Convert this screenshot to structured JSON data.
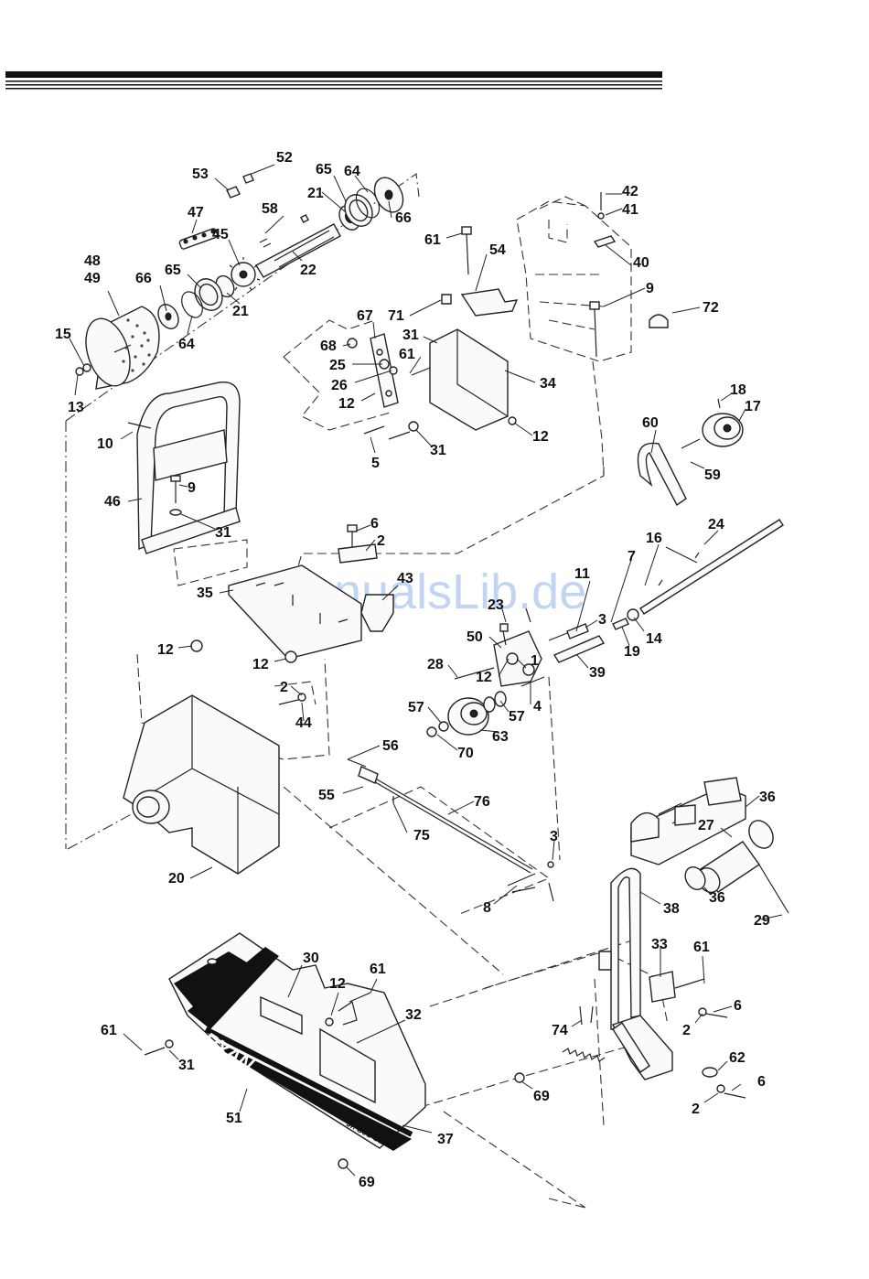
{
  "watermark": "ManualsLib.de",
  "brand_text": "RYAN",
  "model_text": "Jr. Sod Cutter",
  "callouts": [
    "52",
    "53",
    "65",
    "64",
    "21",
    "66",
    "58",
    "47",
    "45",
    "22",
    "48",
    "49",
    "66",
    "65",
    "21",
    "64",
    "15",
    "13",
    "42",
    "41",
    "61",
    "54",
    "40",
    "9",
    "72",
    "71",
    "67",
    "31",
    "68",
    "61",
    "25",
    "26",
    "12",
    "34",
    "12",
    "5",
    "31",
    "10",
    "9",
    "46",
    "31",
    "18",
    "17",
    "60",
    "59",
    "24",
    "16",
    "6",
    "2",
    "43",
    "35",
    "11",
    "7",
    "23",
    "3",
    "50",
    "14",
    "19",
    "28",
    "12",
    "1",
    "39",
    "12",
    "12",
    "4",
    "2",
    "44",
    "57",
    "57",
    "63",
    "70",
    "56",
    "55",
    "76",
    "75",
    "36",
    "27",
    "3",
    "20",
    "36",
    "38",
    "29",
    "8",
    "33",
    "61",
    "30",
    "61",
    "12",
    "32",
    "6",
    "61",
    "31",
    "74",
    "2",
    "62",
    "6",
    "69",
    "2",
    "51",
    "37",
    "69"
  ]
}
